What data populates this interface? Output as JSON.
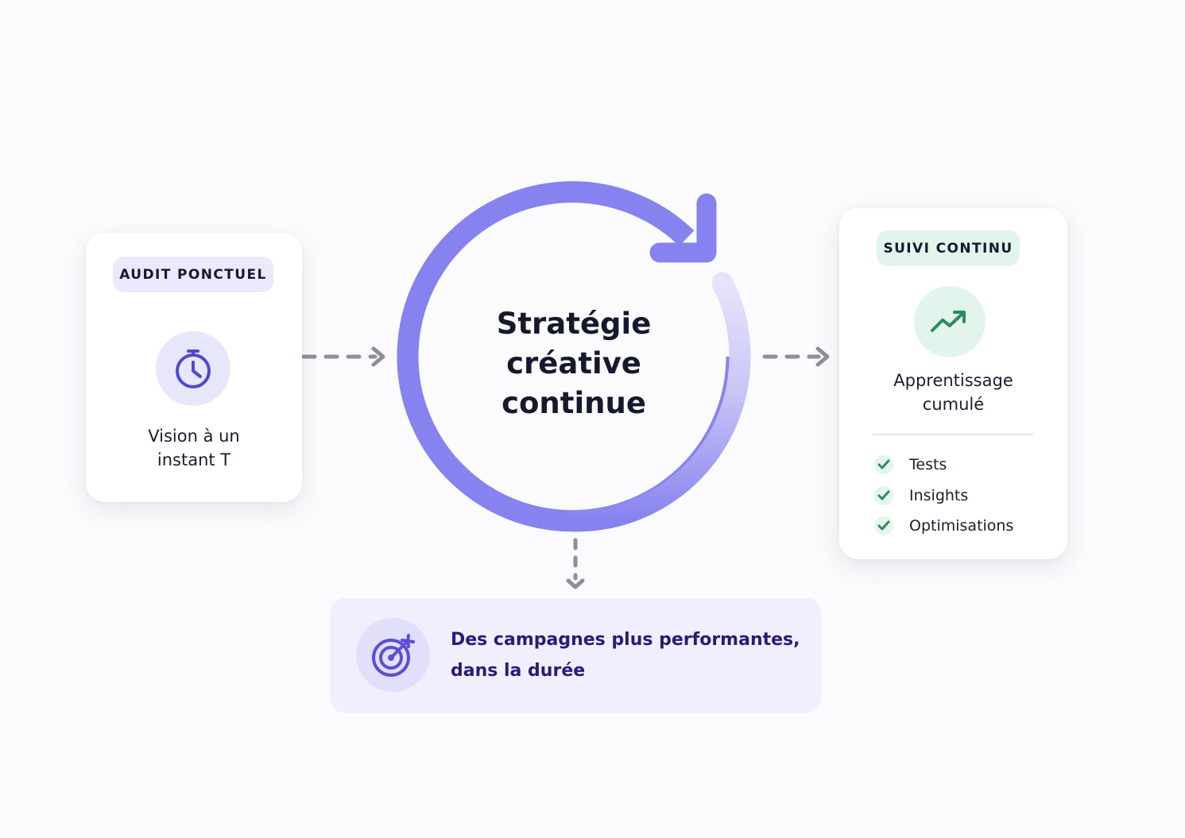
{
  "left_card": {
    "badge": "AUDIT PONCTUEL",
    "icon": "stopwatch-icon",
    "text_line1": "Vision à un",
    "text_line2": "instant T"
  },
  "center": {
    "title_line1": "Stratégie",
    "title_line2": "créative",
    "title_line3": "continue",
    "icon": "refresh-cycle-icon"
  },
  "right_card": {
    "badge": "SUIVI CONTINU",
    "icon": "trending-up-icon",
    "text_line1": "Apprentissage",
    "text_line2": "cumulé",
    "checklist": [
      "Tests",
      "Insights",
      "Optimisations"
    ]
  },
  "bottom": {
    "icon": "target-icon",
    "text_line1": "Des campagnes plus performantes,",
    "text_line2": "dans la durée"
  },
  "colors": {
    "accent": "#8682f0",
    "accent_light": "#ebe9fb",
    "green": "#2f8a5e",
    "green_light": "#e1f5ec",
    "dark_text": "#16182d",
    "purple_text": "#2b1a7a",
    "arrow_gray": "#8b8f9c"
  }
}
